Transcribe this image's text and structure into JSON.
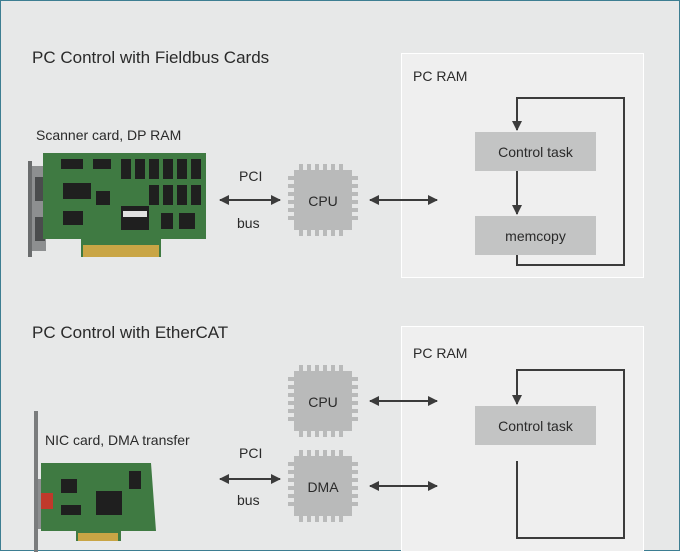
{
  "section1": {
    "title": "PC Control with Fieldbus Cards",
    "card_label": "Scanner card, DP RAM",
    "bus_top": "PCI",
    "bus_bottom": "bus",
    "cpu_label": "CPU",
    "ram_title": "PC RAM",
    "task1": "Control task",
    "task2": "memcopy"
  },
  "section2": {
    "title": "PC Control with EtherCAT",
    "card_label": "NIC card, DMA transfer",
    "bus_top": "PCI",
    "bus_bottom": "bus",
    "cpu_label": "CPU",
    "dma_label": "DMA",
    "ram_title": "PC RAM",
    "task1": "Control task"
  },
  "colors": {
    "background": "#e7e8e8",
    "frame_border": "#3d7e92",
    "chip": "#b9baba",
    "task_box": "#c3c4c4",
    "arrow": "#3b3b3b",
    "pcb_green": "#3f7a42"
  },
  "icons": [
    "chip-icon",
    "pci-card-image",
    "nic-card-image",
    "double-arrow-icon",
    "loop-arrow-icon"
  ]
}
